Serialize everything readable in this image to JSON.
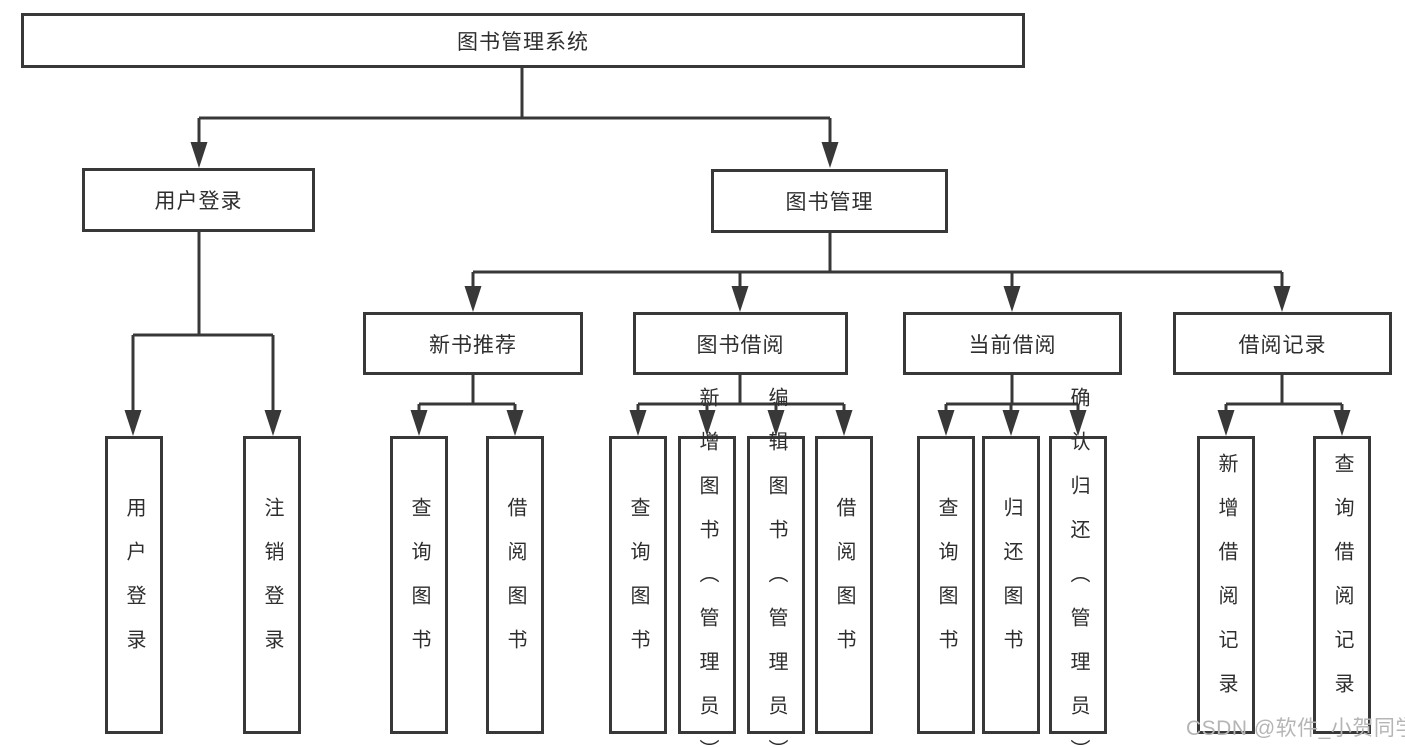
{
  "diagram": {
    "tree": {
      "root": {
        "label": "图书管理系统"
      },
      "level1": [
        {
          "label": "用户登录",
          "children": [
            {
              "label": "用户登录"
            },
            {
              "label": "注销登录"
            }
          ]
        },
        {
          "label": "图书管理",
          "children": [
            {
              "label": "新书推荐",
              "children": [
                {
                  "label": "查询图书"
                },
                {
                  "label": "借阅图书"
                }
              ]
            },
            {
              "label": "图书借阅",
              "children": [
                {
                  "label": "查询图书"
                },
                {
                  "label": "新增图书（管理员）"
                },
                {
                  "label": "编辑图书（管理员）"
                },
                {
                  "label": "借阅图书"
                }
              ]
            },
            {
              "label": "当前借阅",
              "children": [
                {
                  "label": "查询图书"
                },
                {
                  "label": "归还图书"
                },
                {
                  "label": "确认归还（管理员）"
                }
              ]
            },
            {
              "label": "借阅记录",
              "children": [
                {
                  "label": "新增借阅记录"
                },
                {
                  "label": "查询借阅记录"
                }
              ]
            }
          ]
        }
      ]
    }
  },
  "watermark": {
    "text": "CSDN @软件_小贺同学",
    "color": "#b5b5b5"
  },
  "colors": {
    "line": "#383838",
    "box_border": "#383838",
    "box_fill": "#ffffff",
    "text": "#2e2e2e",
    "background": "#ffffff"
  }
}
